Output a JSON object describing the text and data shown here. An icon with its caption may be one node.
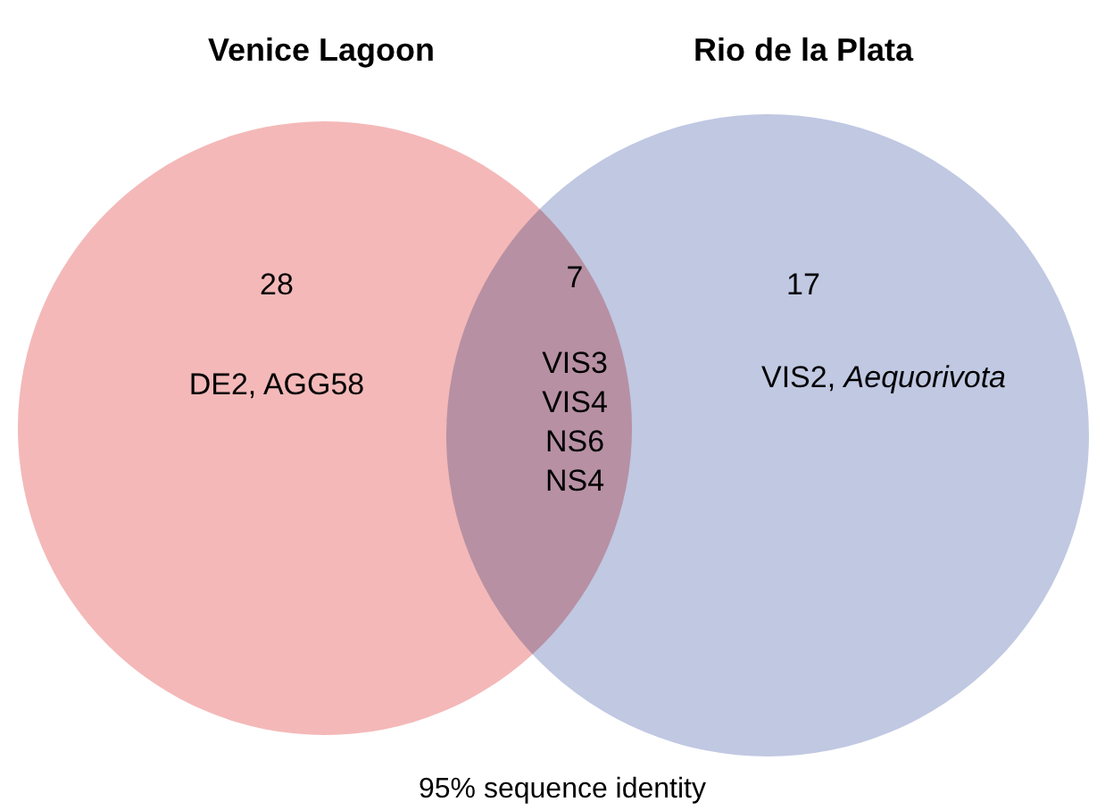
{
  "diagram": {
    "caption": "95% sequence identity",
    "nodes": [
      {
        "text": [
          "Venice Lagoon",
          "28",
          "DE2, AGG58"
        ]
      },
      {
        "text": [
          "Rio de la Plata",
          "17",
          "VIS2, *Aequorivota*"
        ]
      }
    ],
    "labels": [
      "7",
      "VIS3 VIS4 NS6 NS4"
    ]
  }
}
